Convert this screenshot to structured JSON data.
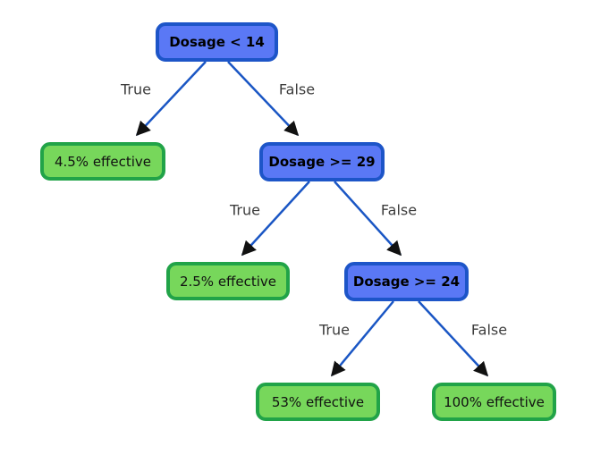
{
  "colors": {
    "background": "#ffffff",
    "decision_fill": "#5a78f5",
    "decision_border": "#1d55c8",
    "leaf_fill": "#77d75b",
    "leaf_border": "#21a348",
    "edge_line": "#1a56c4",
    "arrowhead": "#111111",
    "edge_label_text": "#3d3d3d",
    "node_text": "#000000"
  },
  "tree": {
    "nodes": [
      {
        "id": "root",
        "type": "decision",
        "label": "Dosage < 14"
      },
      {
        "id": "leaf-45",
        "type": "leaf",
        "label": "4.5% effective"
      },
      {
        "id": "node-29",
        "type": "decision",
        "label": "Dosage >= 29"
      },
      {
        "id": "leaf-25",
        "type": "leaf",
        "label": "2.5% effective"
      },
      {
        "id": "node-24",
        "type": "decision",
        "label": "Dosage >= 24"
      },
      {
        "id": "leaf-53",
        "type": "leaf",
        "label": "53% effective"
      },
      {
        "id": "leaf-100",
        "type": "leaf",
        "label": "100% effective"
      }
    ],
    "edges": [
      {
        "from": "root",
        "to": "leaf-45",
        "label": "True"
      },
      {
        "from": "root",
        "to": "node-29",
        "label": "False"
      },
      {
        "from": "node-29",
        "to": "leaf-25",
        "label": "True"
      },
      {
        "from": "node-29",
        "to": "node-24",
        "label": "False"
      },
      {
        "from": "node-24",
        "to": "leaf-53",
        "label": "True"
      },
      {
        "from": "node-24",
        "to": "leaf-100",
        "label": "False"
      }
    ]
  }
}
